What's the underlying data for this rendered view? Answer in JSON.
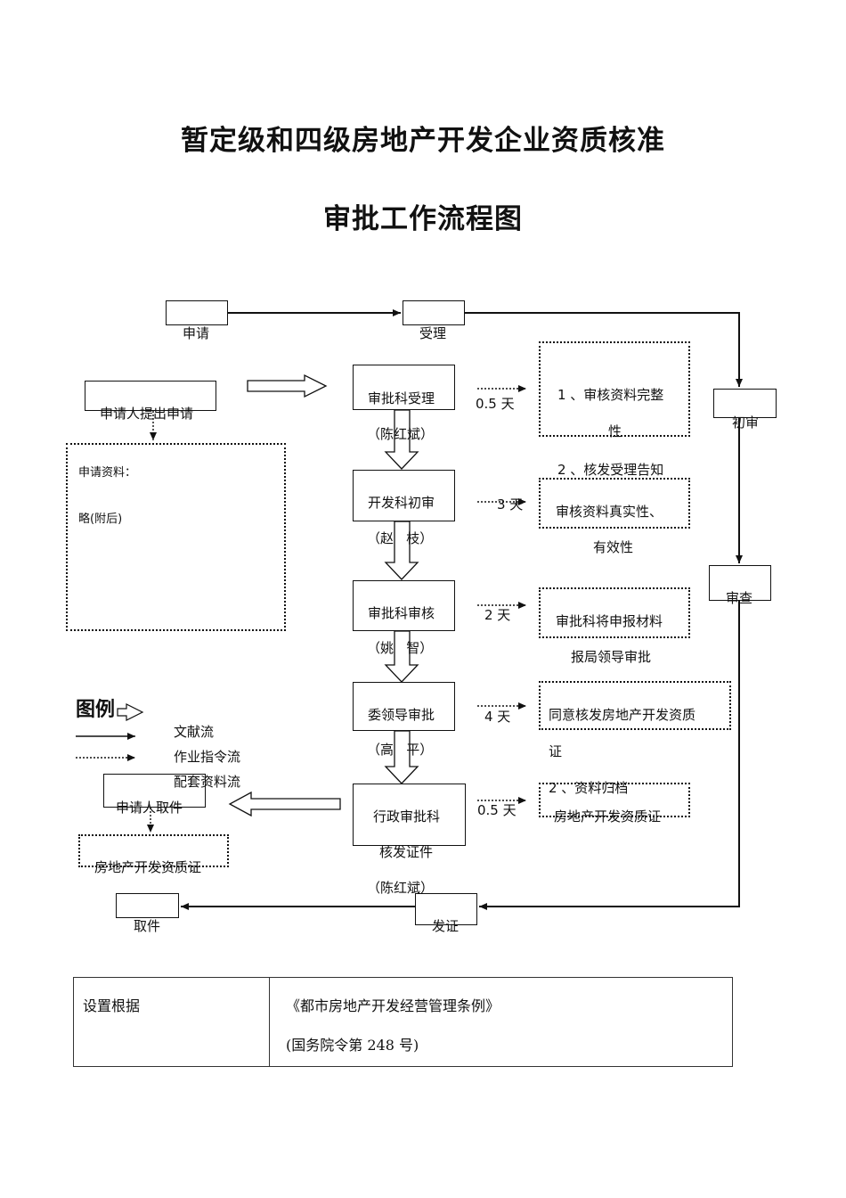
{
  "title": {
    "line1": "暂定级和四级房地产开发企业资质核准",
    "line2": "审批工作流程图"
  },
  "top_flow": {
    "apply": "申请",
    "accept": "受理",
    "first_review": "初审",
    "examine": "审查",
    "issue": "发证",
    "pickup": "取件"
  },
  "applicant": {
    "submit": "申请人提出申请",
    "materials_label": "申请资料：",
    "materials_note": "略(附后)"
  },
  "steps": [
    {
      "name": "审批科受理",
      "person": "（陈红斌）",
      "days": "0.5 天",
      "task": [
        "1 、审核资料完整",
        "性",
        "2 、核发受理告知"
      ]
    },
    {
      "name": "开发科初审",
      "person": "（赵   枝）",
      "days": "3 天",
      "task": [
        "审核资料真实性、",
        "有效性"
      ]
    },
    {
      "name": "审批科审核",
      "person": "（姚   智）",
      "days": "2 天",
      "task": [
        "审批科将申报材料",
        "报局领导审批"
      ]
    },
    {
      "name": "委领导审批",
      "person": "（高   平）",
      "days": "4 天",
      "task": [
        "同意核发房地产开发资质",
        "证"
      ]
    },
    {
      "name": "行政审批科",
      "name2": "核发证件",
      "person": "（陈红斌）",
      "days": "0.5 天",
      "task": [
        "2 、资料归档",
        "房地产开发资质证"
      ]
    }
  ],
  "legend": {
    "title": "图例",
    "doc_flow": "文献流",
    "order_flow": "作业指令流",
    "support_flow": "配套资料流"
  },
  "pickup": {
    "applicant_pickup": "申请人取件",
    "certificate": "房地产开发资质证"
  },
  "basis_table": {
    "label": "设置根据",
    "law": "《都市房地产开发经营管理条例》",
    "decree": "(国务院令第 248 号)"
  }
}
